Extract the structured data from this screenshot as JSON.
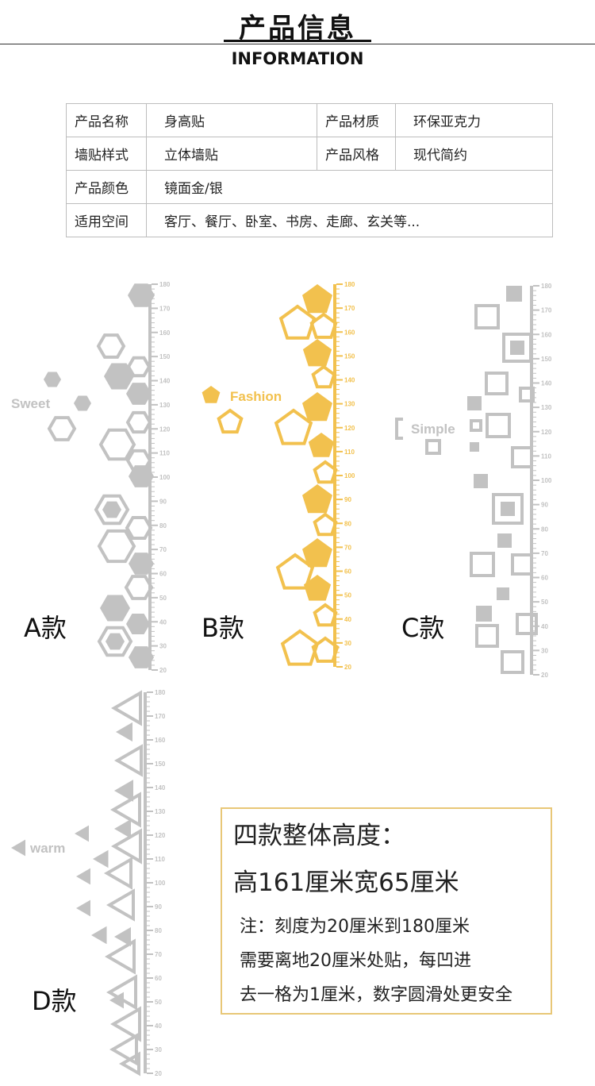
{
  "header": {
    "title_cn": "产品信息",
    "title_en": "INFORMATION"
  },
  "table": {
    "rows": [
      [
        "产品名称",
        "身高贴",
        "产品材质",
        "环保亚克力"
      ],
      [
        "墙贴样式",
        "立体墙贴",
        "产品风格",
        "现代简约"
      ],
      [
        "产品颜色",
        "镜面金/银"
      ],
      [
        "适用空间",
        "客厅、餐厅、卧室、书房、走廊、玄关等..."
      ]
    ]
  },
  "styles": {
    "a": {
      "label": "A款",
      "word": "Sweet"
    },
    "b": {
      "label": "B款",
      "word": "Fashion"
    },
    "c": {
      "label": "C款",
      "word": "Simple"
    },
    "d": {
      "label": "D款",
      "word": "warm"
    }
  },
  "ruler": {
    "ticks": [
      180,
      170,
      160,
      150,
      140,
      130,
      120,
      110,
      100,
      90,
      80,
      70,
      60,
      50,
      40,
      30,
      20
    ]
  },
  "colors": {
    "silver": "#c2c2c2",
    "gold": "#f2c14e",
    "box_border": "#e8c777"
  },
  "note": {
    "heading1": "四款整体高度：",
    "heading2": "高161厘米宽65厘米",
    "line1": "注：刻度为20厘米到180厘米",
    "line2": "需要离地20厘米处贴，每凹进",
    "line3": "去一格为1厘米，数字圆滑处更安全"
  }
}
